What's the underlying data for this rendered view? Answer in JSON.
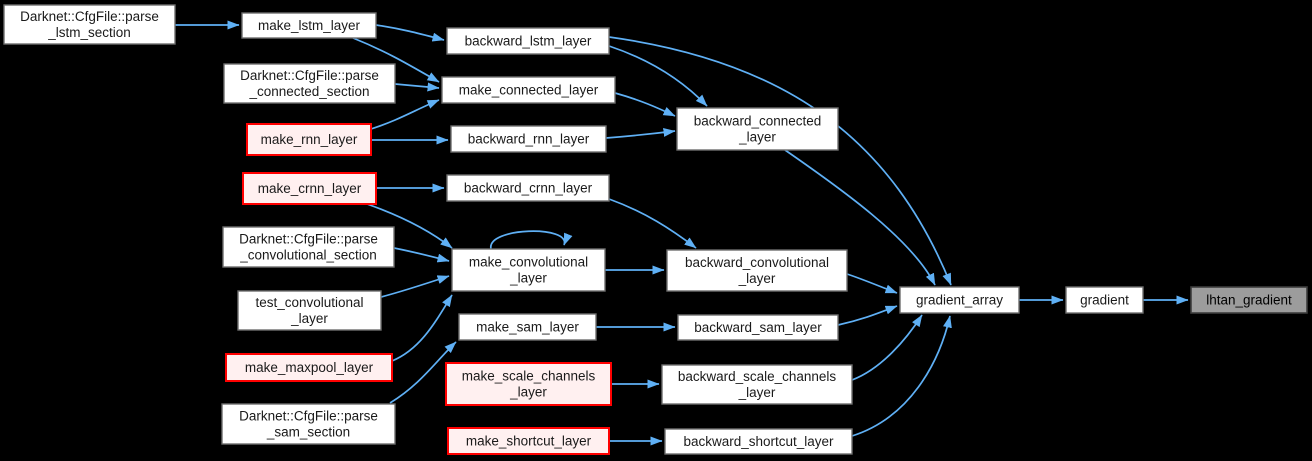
{
  "diagram": {
    "type": "call-graph",
    "colors": {
      "background": "#000000",
      "edge": "#5FB0F5",
      "node_fill": "#FFFFFF",
      "node_border": "#6E6E6E",
      "node_text": "#1A1A1A",
      "highlight_fill": "#FFF0F0",
      "highlight_border": "#FF0000",
      "focus_fill": "#9C9C9C",
      "focus_border": "#3D3D3D",
      "focus_text": "#000000"
    },
    "nodes": [
      {
        "id": "parse_lstm_section",
        "label": "Darknet::CfgFile::parse\n_lstm_section",
        "style": "default"
      },
      {
        "id": "make_lstm_layer",
        "label": "make_lstm_layer",
        "style": "default"
      },
      {
        "id": "backward_lstm_layer",
        "label": "backward_lstm_layer",
        "style": "default"
      },
      {
        "id": "parse_connected_section",
        "label": "Darknet::CfgFile::parse\n_connected_section",
        "style": "default"
      },
      {
        "id": "make_connected_layer",
        "label": "make_connected_layer",
        "style": "default"
      },
      {
        "id": "make_rnn_layer",
        "label": "make_rnn_layer",
        "style": "highlight"
      },
      {
        "id": "backward_rnn_layer",
        "label": "backward_rnn_layer",
        "style": "default"
      },
      {
        "id": "make_crnn_layer",
        "label": "make_crnn_layer",
        "style": "highlight"
      },
      {
        "id": "backward_crnn_layer",
        "label": "backward_crnn_layer",
        "style": "default"
      },
      {
        "id": "backward_connected_layer",
        "label": "backward_connected\n_layer",
        "style": "default"
      },
      {
        "id": "parse_convolutional_section",
        "label": "Darknet::CfgFile::parse\n_convolutional_section",
        "style": "default"
      },
      {
        "id": "make_convolutional_layer",
        "label": "make_convolutional\n_layer",
        "style": "default"
      },
      {
        "id": "test_convolutional_layer",
        "label": "test_convolutional\n_layer",
        "style": "default"
      },
      {
        "id": "make_maxpool_layer",
        "label": "make_maxpool_layer",
        "style": "highlight"
      },
      {
        "id": "parse_sam_section",
        "label": "Darknet::CfgFile::parse\n_sam_section",
        "style": "default"
      },
      {
        "id": "make_sam_layer",
        "label": "make_sam_layer",
        "style": "default"
      },
      {
        "id": "make_scale_channels_layer",
        "label": "make_scale_channels\n_layer",
        "style": "highlight"
      },
      {
        "id": "make_shortcut_layer",
        "label": "make_shortcut_layer",
        "style": "highlight"
      },
      {
        "id": "backward_convolutional_layer",
        "label": "backward_convolutional\n_layer",
        "style": "default"
      },
      {
        "id": "backward_sam_layer",
        "label": "backward_sam_layer",
        "style": "default"
      },
      {
        "id": "backward_scale_channels_layer",
        "label": "backward_scale_channels\n_layer",
        "style": "default"
      },
      {
        "id": "backward_shortcut_layer",
        "label": "backward_shortcut_layer",
        "style": "default"
      },
      {
        "id": "gradient_array",
        "label": "gradient_array",
        "style": "default"
      },
      {
        "id": "gradient",
        "label": "gradient",
        "style": "default"
      },
      {
        "id": "lhtan_gradient",
        "label": "lhtan_gradient",
        "style": "focus"
      }
    ],
    "edges": [
      {
        "from": "parse_lstm_section",
        "to": "make_lstm_layer"
      },
      {
        "from": "make_lstm_layer",
        "to": "backward_lstm_layer"
      },
      {
        "from": "make_lstm_layer",
        "to": "make_connected_layer"
      },
      {
        "from": "parse_connected_section",
        "to": "make_connected_layer"
      },
      {
        "from": "make_rnn_layer",
        "to": "make_connected_layer"
      },
      {
        "from": "make_rnn_layer",
        "to": "backward_rnn_layer"
      },
      {
        "from": "make_crnn_layer",
        "to": "backward_crnn_layer"
      },
      {
        "from": "make_crnn_layer",
        "to": "make_convolutional_layer"
      },
      {
        "from": "parse_convolutional_section",
        "to": "make_convolutional_layer"
      },
      {
        "from": "test_convolutional_layer",
        "to": "make_convolutional_layer"
      },
      {
        "from": "make_maxpool_layer",
        "to": "make_convolutional_layer"
      },
      {
        "from": "parse_sam_section",
        "to": "make_sam_layer"
      },
      {
        "from": "make_convolutional_layer",
        "to": "make_convolutional_layer"
      },
      {
        "from": "make_convolutional_layer",
        "to": "backward_convolutional_layer"
      },
      {
        "from": "make_sam_layer",
        "to": "backward_sam_layer"
      },
      {
        "from": "make_scale_channels_layer",
        "to": "backward_scale_channels_layer"
      },
      {
        "from": "make_shortcut_layer",
        "to": "backward_shortcut_layer"
      },
      {
        "from": "make_connected_layer",
        "to": "backward_connected_layer"
      },
      {
        "from": "backward_rnn_layer",
        "to": "backward_connected_layer"
      },
      {
        "from": "backward_lstm_layer",
        "to": "backward_connected_layer"
      },
      {
        "from": "backward_lstm_layer",
        "to": "gradient_array"
      },
      {
        "from": "backward_connected_layer",
        "to": "gradient_array"
      },
      {
        "from": "backward_crnn_layer",
        "to": "backward_convolutional_layer"
      },
      {
        "from": "backward_convolutional_layer",
        "to": "gradient_array"
      },
      {
        "from": "backward_sam_layer",
        "to": "gradient_array"
      },
      {
        "from": "backward_scale_channels_layer",
        "to": "gradient_array"
      },
      {
        "from": "backward_shortcut_layer",
        "to": "gradient_array"
      },
      {
        "from": "gradient_array",
        "to": "gradient"
      },
      {
        "from": "gradient",
        "to": "lhtan_gradient"
      }
    ]
  }
}
